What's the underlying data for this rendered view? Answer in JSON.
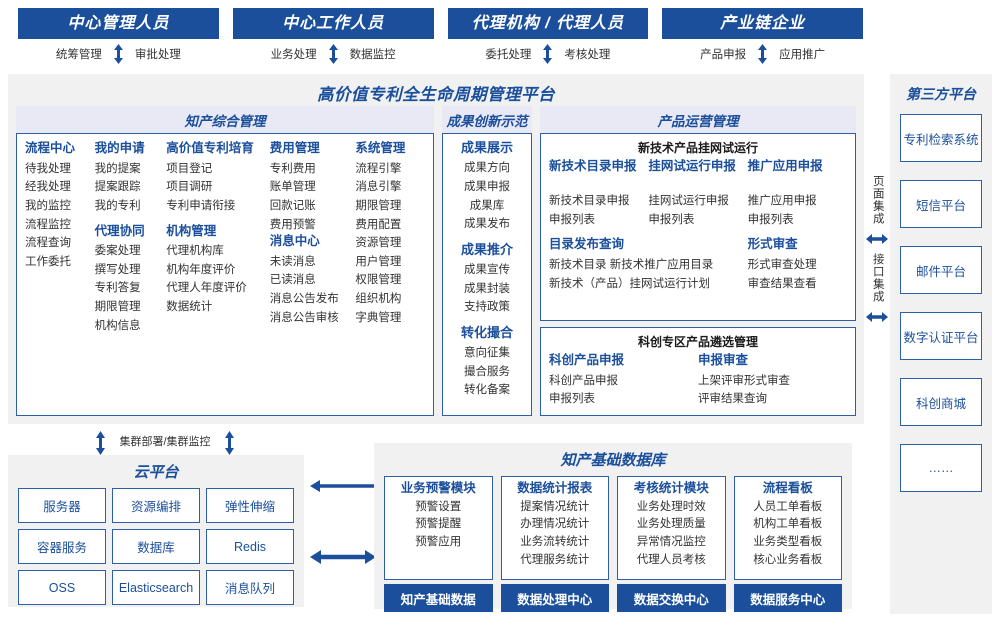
{
  "roles": [
    {
      "title": "中心管理人员",
      "left": "统筹管理",
      "right": "审批处理",
      "arrow": "up-down-arrow-icon"
    },
    {
      "title": "中心工作人员",
      "left": "业务处理",
      "right": "数据监控",
      "arrow": "up-down-arrow-icon"
    },
    {
      "title": "代理机构 / 代理人员",
      "left": "委托处理",
      "right": "考核处理",
      "arrow": "up-down-arrow-icon"
    },
    {
      "title": "产业链企业",
      "left": "产品申报",
      "right": "应用推广",
      "arrow": "up-down-arrow-icon"
    }
  ],
  "platform": {
    "title": "高价值专利全生命周期管理平台",
    "ip": {
      "title": "知产综合管理",
      "columns": [
        {
          "groups": [
            {
              "head": "流程中心",
              "items": [
                "待我处理",
                "经我处理",
                "我的监控",
                "流程监控",
                "流程查询",
                "工作委托"
              ]
            }
          ]
        },
        {
          "groups": [
            {
              "head": "我的申请",
              "items": [
                "我的提案",
                "提案跟踪",
                "我的专利"
              ]
            },
            {
              "head": "代理协同",
              "items": [
                "委案处理",
                "撰写处理",
                "专利答复",
                "期限管理",
                "机构信息"
              ]
            }
          ]
        },
        {
          "groups": [
            {
              "head": "高价值专利培育",
              "items": [
                "项目登记",
                "项目调研",
                "专利申请衔接"
              ]
            },
            {
              "head": "机构管理",
              "items": [
                "代理机构库",
                "机构年度评价",
                "代理人年度评价",
                "数据统计"
              ]
            }
          ]
        },
        {
          "groups": [
            {
              "head": "费用管理",
              "items": [
                "专利费用",
                "账单管理",
                "回款记账",
                "费用预警"
              ]
            },
            {
              "head": "消息中心",
              "items": [
                "未读消息",
                "已读消息",
                "消息公告发布",
                "消息公告审核"
              ]
            }
          ]
        },
        {
          "groups": [
            {
              "head": "系统管理",
              "items": [
                "流程引擎",
                "消息引擎",
                "期限管理",
                "费用配置",
                "资源管理",
                "用户管理",
                "权限管理",
                "组织机构",
                "字典管理"
              ]
            }
          ]
        }
      ]
    },
    "achievement": {
      "title": "成果创新示范",
      "groups": [
        {
          "head": "成果展示",
          "items": [
            "成果方向",
            "成果申报",
            "成果库",
            "成果发布"
          ]
        },
        {
          "head": "成果推介",
          "items": [
            "成果宣传",
            "成果封装",
            "支持政策"
          ]
        },
        {
          "head": "转化撮合",
          "items": [
            "意向征集",
            "撮合服务",
            "转化备案"
          ]
        }
      ]
    },
    "product": {
      "title": "产品运营管理",
      "boxes": [
        {
          "title": "新技术产品挂网试运行",
          "row1": [
            {
              "head": "新技术目录申报",
              "items": [
                "新技术目录申报",
                "申报列表"
              ]
            },
            {
              "head": "挂网试运行申报",
              "items": [
                "挂网试运行申报",
                "申报列表"
              ]
            },
            {
              "head": "推广应用申报",
              "items": [
                "推广应用申报",
                "申报列表"
              ]
            }
          ],
          "row2": [
            {
              "head": "目录发布查询",
              "items": [
                "新技术目录    新技术推广应用目录",
                "新技术（产品）挂网试运行计划"
              ]
            },
            {
              "head": "形式审查",
              "items": [
                "形式审查处理",
                "审查结果查看"
              ]
            }
          ]
        },
        {
          "title": "科创专区产品遴选管理",
          "row1": [
            {
              "head": "科创产品申报",
              "items": [
                "科创产品申报",
                "申报列表"
              ]
            },
            {
              "head": "申报审查",
              "items": [
                "上架评审形式审查",
                "评审结果查询"
              ]
            }
          ]
        }
      ]
    }
  },
  "integration": {
    "page_label": "页面集成",
    "api_label": "接口集成",
    "arrow": "left-right-arrow-icon"
  },
  "third_party": {
    "title": "第三方平台",
    "items": [
      "专利检索系统",
      "短信平台",
      "邮件平台",
      "数字认证平台",
      "科创商城",
      "……"
    ]
  },
  "cluster": {
    "label": "集群部署/集群监控",
    "arrow": "up-down-arrow-icon"
  },
  "cloud": {
    "title": "云平台",
    "cells": [
      "服务器",
      "资源编排",
      "弹性伸缩",
      "容器服务",
      "数据库",
      "Redis",
      "OSS",
      "Elasticsearch",
      "消息队列"
    ]
  },
  "mid_arrows": [
    {
      "name": "left-arrow-icon",
      "direction": "left"
    },
    {
      "name": "left-right-arrow-icon",
      "direction": "both"
    }
  ],
  "database": {
    "title": "知产基础数据库",
    "columns": [
      {
        "head": "业务预警模块",
        "items": [
          "预警设置",
          "预警提醒",
          "预警应用"
        ],
        "footer": "知产基础数据"
      },
      {
        "head": "数据统计报表",
        "items": [
          "提案情况统计",
          "办理情况统计",
          "业务流转统计",
          "代理服务统计"
        ],
        "footer": "数据处理中心"
      },
      {
        "head": "考核统计模块",
        "items": [
          "业务处理时效",
          "业务处理质量",
          "异常情况监控",
          "代理人员考核"
        ],
        "footer": "数据交换中心"
      },
      {
        "head": "流程看板",
        "items": [
          "人员工单看板",
          "机构工单看板",
          "业务类型看板",
          "核心业务看板"
        ],
        "footer": "数据服务中心"
      }
    ]
  },
  "colors": {
    "brand_blue": "#1b4f9c",
    "border_blue": "#2d5fa8",
    "panel_gray": "#f1f1f1",
    "section_header": "#e8e9f5",
    "body_text": "#333333"
  }
}
